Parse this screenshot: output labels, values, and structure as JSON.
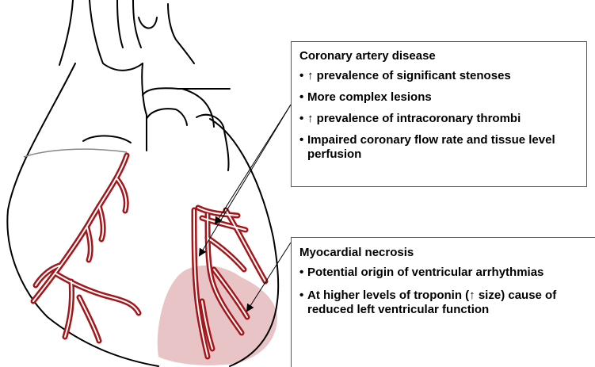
{
  "colors": {
    "outline": "#000000",
    "artery": "#a4161a",
    "necrosis": "#e8c4c6",
    "box_border": "#555555"
  },
  "callouts": {
    "coronary": {
      "title": "Coronary artery disease",
      "items": [
        "↑ prevalence of significant stenoses",
        "More complex lesions",
        "↑ prevalence of intracoronary thrombi",
        "Impaired coronary flow rate and tissue level perfusion"
      ]
    },
    "myocardial": {
      "title": "Myocardial necrosis",
      "items": [
        "Potential origin of ventricular arrhythmias",
        "At higher levels of troponin (↑ size) cause of reduced left ventricular function"
      ]
    }
  }
}
